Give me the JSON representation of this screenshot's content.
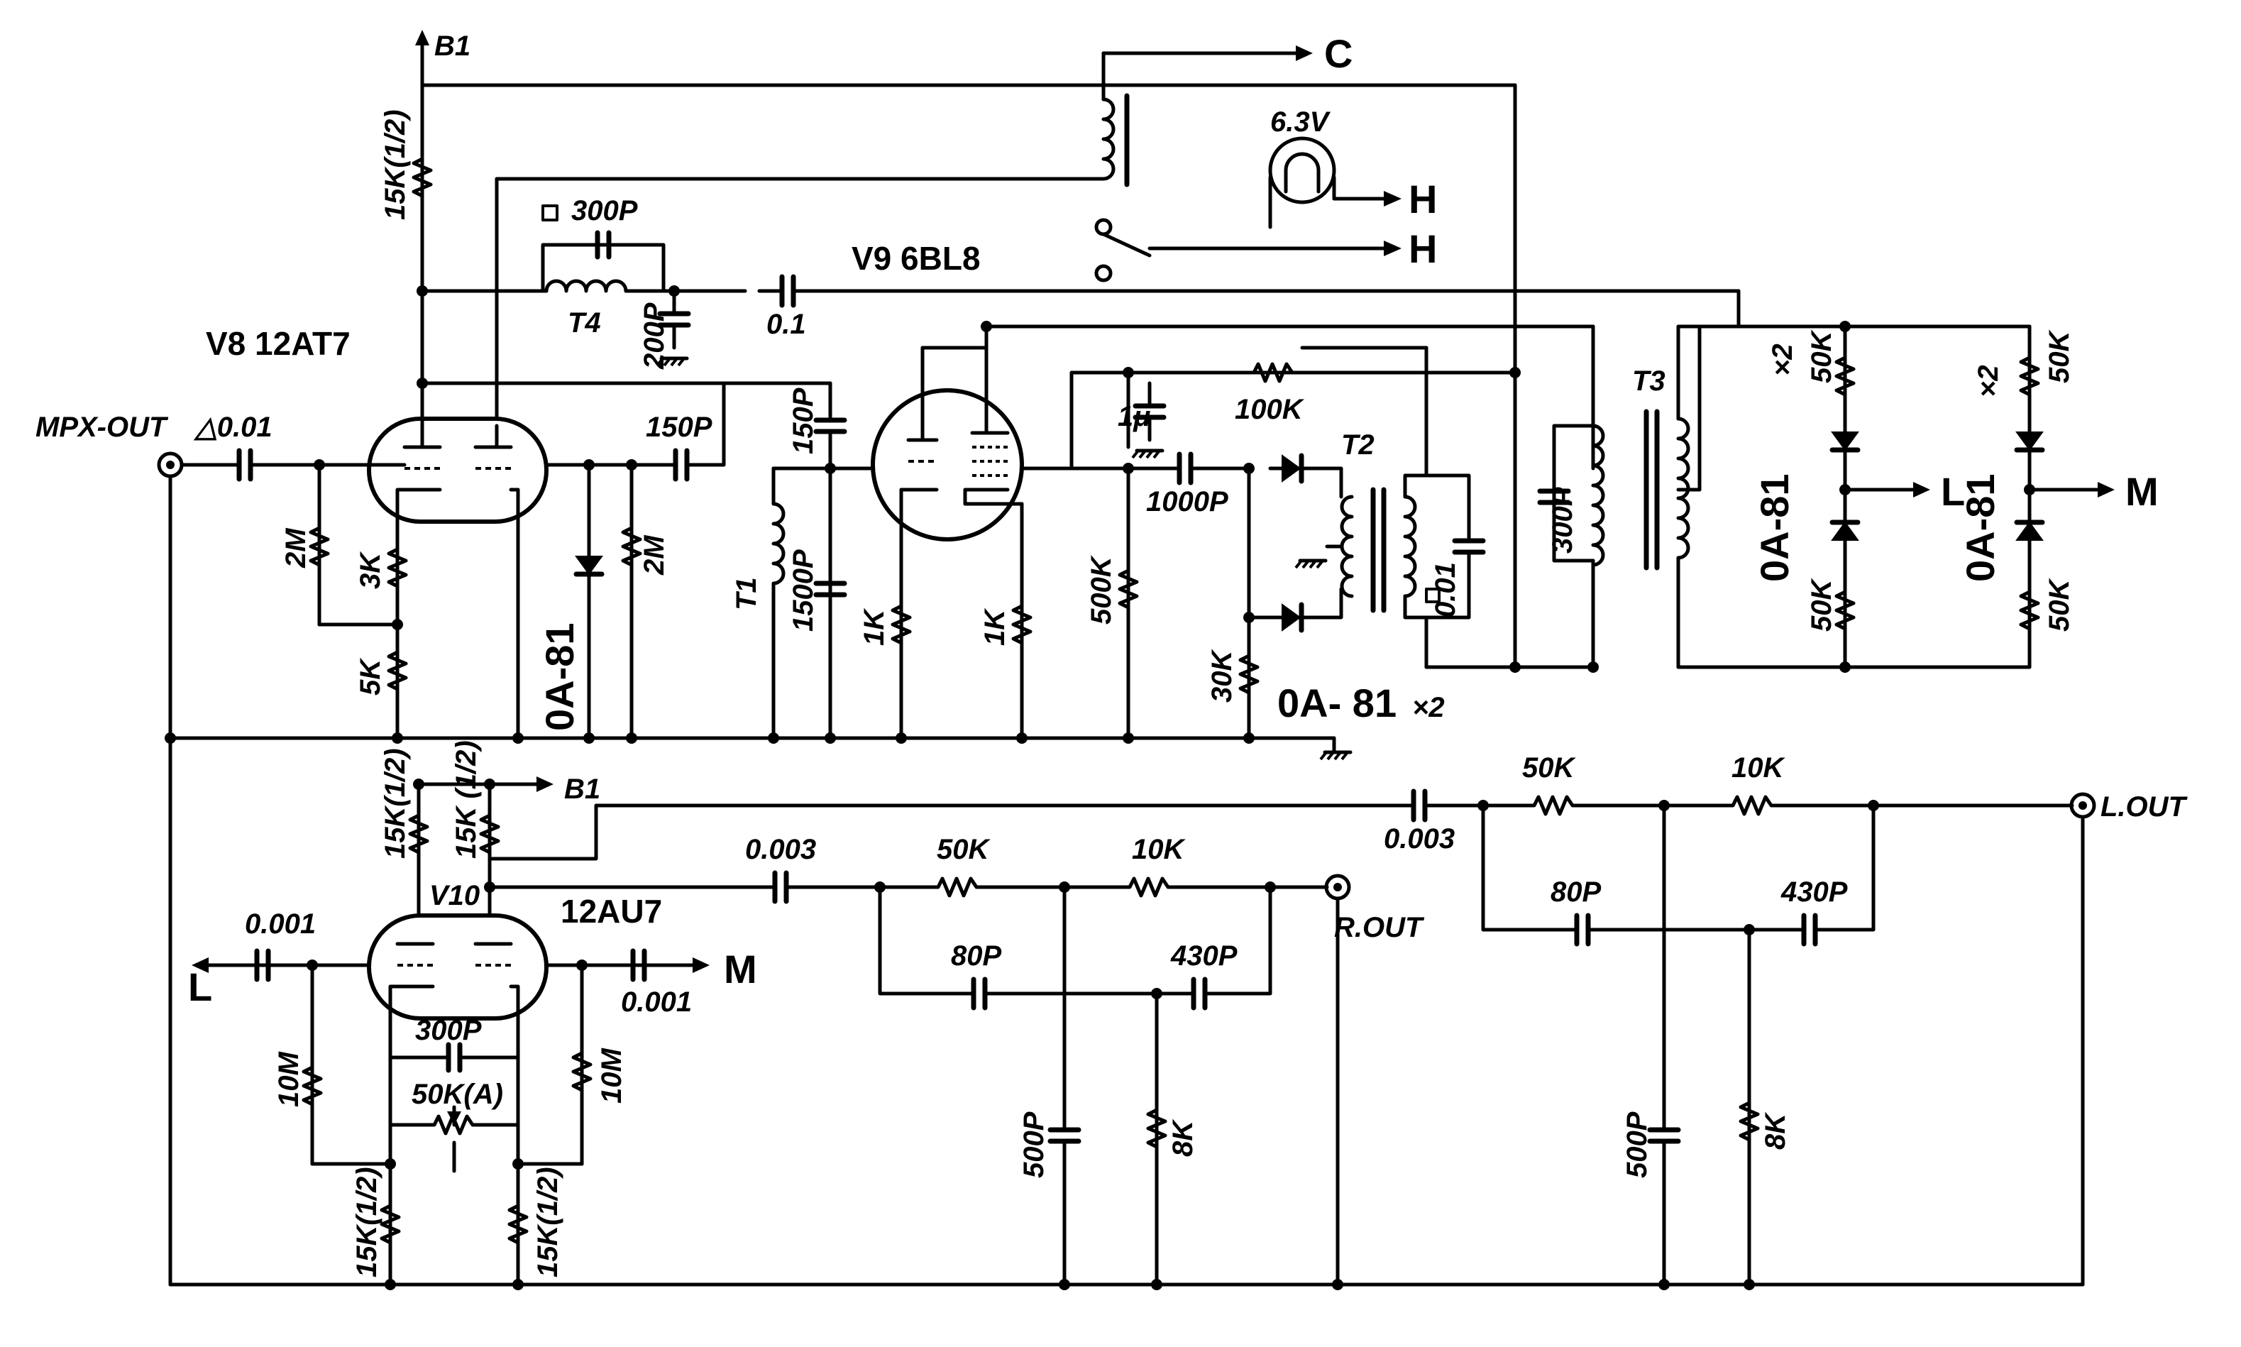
{
  "labels": {
    "b1_top": "B1",
    "b1_mid": "B1",
    "out_c": "C",
    "lamp": "6.3V",
    "heater_h1": "H",
    "heater_h2": "H",
    "v9": "V9 6BL8",
    "v8": "V8 12AT7",
    "v10": "V10",
    "v10_type": "12AU7",
    "mpx_out": "MPX-OUT",
    "t4": "T4",
    "t1": "T1",
    "t2": "T2",
    "t3": "T3",
    "r_out": "R.OUT",
    "l_out": "L.OUT",
    "in_l": "L",
    "in_m": "M",
    "out_l": "L",
    "out_m": "M",
    "diode_left": "0A-81",
    "diode_mid": "0A- 81",
    "diode_mid_x2": "×2",
    "diode_r1": "0A-81",
    "diode_r1_x2": "×2",
    "diode_r2": "0A-81",
    "diode_r2_x2": "×2"
  },
  "components": {
    "r_15k_half_top": "15K(1/2)",
    "c_300p_top": "300P",
    "c_0_1": "0.1",
    "c_200p": "200P",
    "c_0_01_in": "△0.01",
    "r_2m_a": "2M",
    "r_3k": "3K",
    "r_5k": "5K",
    "r_2m_b": "2M",
    "c_150p_a": "150P",
    "c_150p_b": "150P",
    "c_1500p": "1500P",
    "r_1k_a": "1K",
    "r_1k_b": "1K",
    "c_1u": "1μ",
    "r_100k": "100K",
    "c_1000p": "1000P",
    "r_500k": "500K",
    "r_30k": "30K",
    "c_0_01_t2": "0.01",
    "c_300p_t3": "300P",
    "r_50k_r1a": "50K",
    "r_50k_r1b": "50K",
    "r_50k_r2a": "50K",
    "r_50k_r2b": "50K",
    "r_15k_half_l": "15K(1/2)",
    "r_15k_half_r": "15K (1/2)",
    "c_0_001_l": "0.001",
    "c_0_001_r": "0.001",
    "r_10m_l": "10M",
    "r_10m_r": "10M",
    "c_300p_v10": "300P",
    "pot_50k": "50K(A)",
    "r_15k_half_bl": "15K(1/2)",
    "r_15k_half_br": "15K(1/2)",
    "c_0_003_r": "0.003",
    "r_50k_r": "50K",
    "r_10k_r": "10K",
    "c_80p_r": "80P",
    "c_430p_r": "430P",
    "c_500p_r": "500P",
    "r_8k_r": "8K",
    "c_0_003_l": "0.003",
    "r_50k_l": "50K",
    "r_10k_l": "10K",
    "c_80p_l": "80P",
    "c_430p_l": "430P",
    "c_500p_l": "500P",
    "r_8k_l": "8K"
  }
}
